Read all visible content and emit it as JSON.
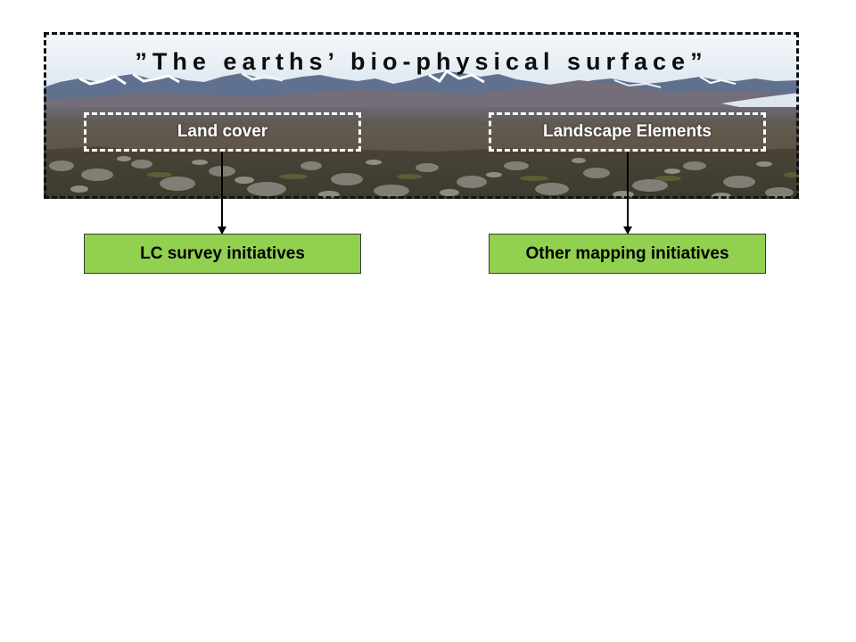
{
  "banner": {
    "title": "”The earths’ bio-physical surface”",
    "image": "mountain-landscape-photo"
  },
  "categories": [
    {
      "label": "Land cover"
    },
    {
      "label": "Landscape Elements"
    }
  ],
  "initiatives": [
    {
      "label": "LC survey initiatives"
    },
    {
      "label": "Other mapping initiatives"
    }
  ],
  "colors": {
    "initiative_fill": "#92d050",
    "banner_border": "#111111",
    "category_border": "#ffffff",
    "arrow": "#000000"
  }
}
